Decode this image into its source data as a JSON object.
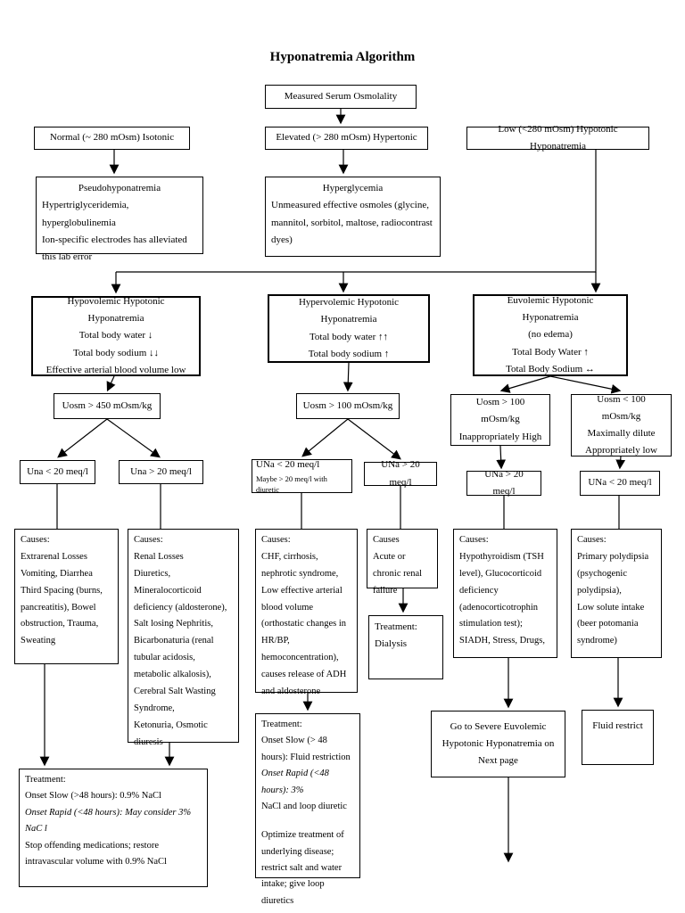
{
  "title": "Hyponatremia Algorithm",
  "colors": {
    "ink": "#000000",
    "paper": "#ffffff"
  },
  "nodes": {
    "measured": {
      "lines": [
        "Measured Serum Osmolality"
      ]
    },
    "normal": {
      "lines": [
        "Normal (~ 280 mOsm) Isotonic"
      ]
    },
    "elevated": {
      "lines": [
        "Elevated (> 280 mOsm) Hypertonic"
      ]
    },
    "low": {
      "lines": [
        "Low (<280 mOsm) Hypotonic  Hyponatremia"
      ]
    },
    "pseudo": {
      "lines": [
        {
          "text": "Pseudohyponatremia",
          "cls": "c"
        },
        "Hypertriglyceridemia, hyperglobulinemia",
        "Ion-specific electrodes has alleviated this lab error"
      ]
    },
    "hyperglycemia": {
      "lines": [
        {
          "text": "Hyperglycemia",
          "cls": "c"
        },
        "Unmeasured effective osmoles (glycine, mannitol, sorbitol, maltose,  radiocontrast dyes)"
      ]
    },
    "hypovolemic": {
      "lines": [
        "Hypovolemic Hypotonic Hyponatremia",
        "Total body water ↓",
        "Total body sodium ↓↓",
        "Effective arterial blood volume low"
      ]
    },
    "hypervolemic": {
      "lines": [
        "Hypervolemic Hypotonic Hyponatremia",
        "Total body water ↑↑",
        "Total body sodium ↑"
      ]
    },
    "euvolemic": {
      "lines": [
        "Euvolemic Hypotonic Hyponatremia",
        "(no edema)",
        "Total Body Water ↑",
        "Total Body Sodium ↔"
      ]
    },
    "uosm450": {
      "lines": [
        "Uosm > 450 mOsm/kg"
      ]
    },
    "uosm100": {
      "lines": [
        "Uosm > 100 mOsm/kg"
      ]
    },
    "uosm_inapp": {
      "lines": [
        "Uosm > 100 mOsm/kg",
        "Inappropriately High"
      ]
    },
    "uosm_dilute": {
      "lines": [
        "Uosm < 100 mOsm/kg",
        "Maximally dilute",
        "Appropriately low"
      ]
    },
    "una_lt20_l": {
      "lines": [
        "Una < 20 meq/l"
      ]
    },
    "una_gt20_l": {
      "lines": [
        "Una > 20 meq/l"
      ]
    },
    "una_lt20_c": {
      "lines": [
        "UNa < 20 meq/l",
        {
          "text": "Maybe > 20 meq/l with diuretic",
          "cls": "small"
        }
      ]
    },
    "una_gt20_c": {
      "lines": [
        "UNa > 20 meq/l"
      ]
    },
    "una_gt20_r": {
      "lines": [
        "UNa > 20 meq/l"
      ]
    },
    "una_lt20_r": {
      "lines": [
        "UNa < 20 meq/l"
      ]
    },
    "causes_extrarenal": {
      "lines": [
        "Causes:",
        "Extrarenal Losses",
        "Vomiting, Diarrhea",
        "Third Spacing (burns, pancreatitis), Bowel obstruction, Trauma,",
        "Sweating"
      ]
    },
    "causes_renal": {
      "lines": [
        "Causes:",
        "Renal Losses",
        "Diuretics,",
        "Mineralocorticoid deficiency (aldosterone),",
        "Salt losing Nephritis,",
        "Bicarbonaturia (renal tubular acidosis,",
        "metabolic alkalosis),",
        "Cerebral Salt Wasting Syndrome,",
        "Ketonuria, Osmotic diuresis"
      ]
    },
    "causes_chf": {
      "lines": [
        "Causes:",
        "CHF, cirrhosis, nephrotic syndrome,",
        "Low effective arterial blood volume (orthostatic changes in HR/BP, hemoconcentration),",
        "causes release of ADH and aldosterone"
      ]
    },
    "causes_renal_failure": {
      "lines": [
        "Causes",
        "Acute or chronic renal failure"
      ]
    },
    "causes_endocrine": {
      "lines": [
        "Causes:",
        "Hypothyroidism (TSH level), Glucocorticoid deficiency",
        "(adenocorticotrophin stimulation test);",
        "SIADH, Stress, Drugs,"
      ]
    },
    "causes_polydipsia": {
      "lines": [
        "Causes:",
        "Primary polydipsia (psychogenic polydipsia),",
        "Low solute intake (beer potomania syndrome)"
      ]
    },
    "treat_dialysis": {
      "lines": [
        "Treatment:",
        "Dialysis"
      ]
    },
    "treat_hypovolemic": {
      "lines": [
        "Treatment:",
        "Onset Slow (>48 hours): 0.9% NaCl",
        {
          "text": "Onset Rapid (<48 hours): May consider 3% NaC l",
          "cls": "i"
        },
        "Stop offending medications; restore intravascular volume with 0.9% NaCl"
      ]
    },
    "treat_hypervolemic": {
      "lines": [
        "Treatment:",
        "Onset Slow (> 48 hours): Fluid restriction",
        {
          "text": "Onset Rapid (<48 hours): 3%",
          "cls": "i"
        },
        "NaCl and loop diuretic",
        {
          "text": "Optimize treatment of underlying disease; restrict salt and water intake; give loop diuretics",
          "cls": "gap"
        }
      ]
    },
    "goto_next": {
      "lines": [
        "Go to Severe Euvolemic Hypotonic Hyponatremia on Next page"
      ]
    },
    "fluid_restrict": {
      "lines": [
        "Fluid restrict"
      ]
    }
  }
}
